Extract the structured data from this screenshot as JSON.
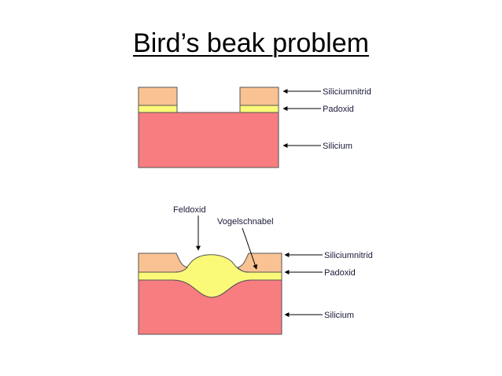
{
  "title": "Bird’s beak problem",
  "diagram_top": {
    "labels": {
      "nitride": "Siliciumnitrid",
      "padoxide": "Padoxid",
      "silicon": "Silicium"
    }
  },
  "diagram_bottom": {
    "labels": {
      "fieldoxide": "Feldoxid",
      "birdsbeak": "Vogelschnabel",
      "nitride": "Siliciumnitrid",
      "padoxide": "Padoxid",
      "silicon": "Silicium"
    }
  },
  "colors": {
    "silicon": "#f77d80",
    "oxide": "#fafa78",
    "nitride": "#f9c292",
    "outline": "#555555"
  }
}
